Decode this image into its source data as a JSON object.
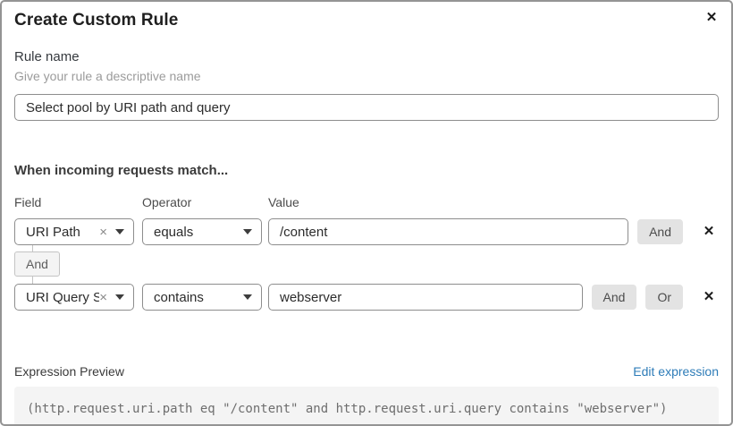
{
  "dialog": {
    "title": "Create Custom Rule"
  },
  "icons": {
    "close": "✕",
    "clear": "×",
    "remove": "✕"
  },
  "rule_name": {
    "label": "Rule name",
    "helper": "Give your rule a descriptive name",
    "value": "Select pool by URI path and query"
  },
  "matcher": {
    "heading": "When incoming requests match...",
    "columns": {
      "field": "Field",
      "operator": "Operator",
      "value": "Value"
    },
    "connector_label": "And",
    "rows": [
      {
        "field": "URI Path",
        "operator": "equals",
        "value": "/content",
        "and_label": "And"
      },
      {
        "field": "URI Query St...",
        "operator": "contains",
        "value": "webserver",
        "and_label": "And",
        "or_label": "Or"
      }
    ]
  },
  "expression_preview": {
    "label": "Expression Preview",
    "edit_link": "Edit expression",
    "expression": "(http.request.uri.path eq \"/content\" and http.request.uri.query contains \"webserver\")"
  },
  "colors": {
    "link_blue": "#2e7cb8",
    "button_gray": "#e3e3e3",
    "code_bg": "#f4f4f4",
    "border_gray": "#8d8d8d"
  }
}
